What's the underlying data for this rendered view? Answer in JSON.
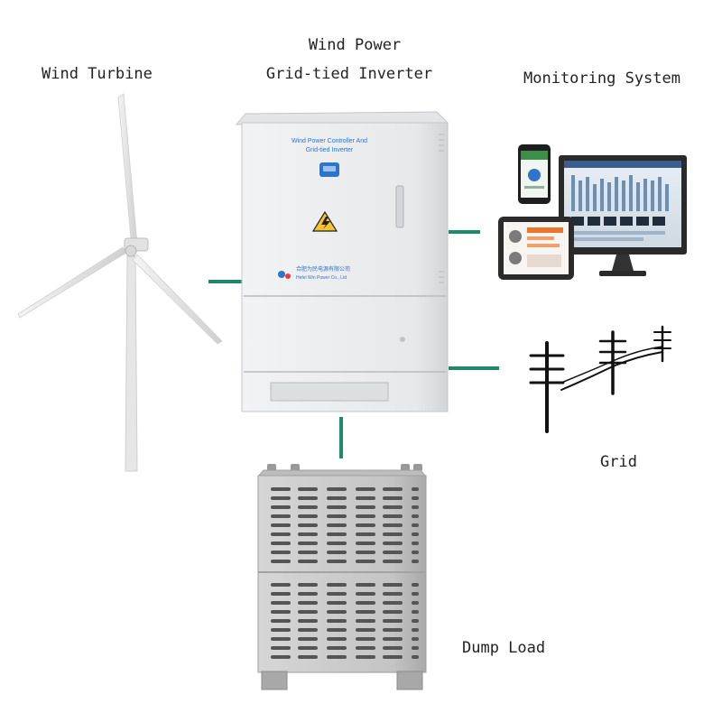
{
  "labels": {
    "wind_turbine": "Wind Turbine",
    "inverter_line1": "Wind Power",
    "inverter_line2": "Grid-tied Inverter",
    "monitoring_system": "Monitoring System",
    "grid": "Grid",
    "dump_load": "Dump Load"
  },
  "inverter_cabinet": {
    "panel_title_line1": "Wind Power Controller And",
    "panel_title_line2": "Grid-tied Inverter",
    "company_cn": "合肥为民电源有限公司",
    "company_en": "Hefei Win Power Co., Ltd"
  },
  "colors": {
    "connector": "#1f8a6a",
    "cabinet": "#e9ebec",
    "cabinet_edge": "#c9cccf",
    "dump_load": "#c8c8c8",
    "warning": "#f4c430",
    "logo_blue": "#2f74c8"
  }
}
